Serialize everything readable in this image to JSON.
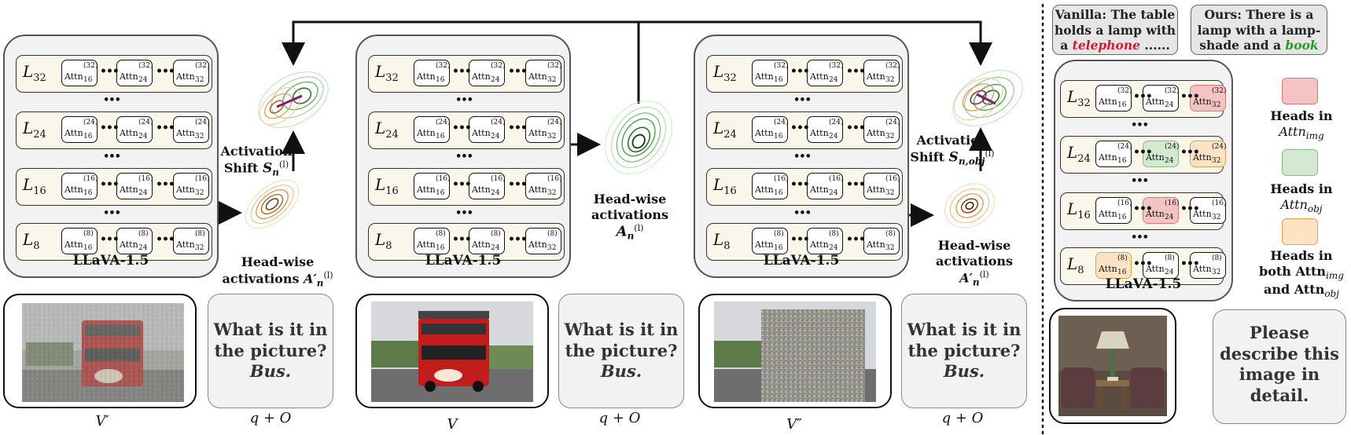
{
  "panels": [
    {
      "title": "LLaVA-1.5"
    },
    {
      "title": "LLaVA-1.5"
    },
    {
      "title": "LLaVA-1.5"
    },
    {
      "title": "LLaVA-1.5"
    }
  ],
  "layers": [
    {
      "label": "L",
      "sub": "32",
      "head_sup": "(32)"
    },
    {
      "label": "L",
      "sub": "24",
      "head_sup": "(24)"
    },
    {
      "label": "L",
      "sub": "16",
      "head_sup": "(16)"
    },
    {
      "label": "L",
      "sub": "8",
      "head_sup": "(8)"
    }
  ],
  "heads": [
    {
      "word": "Attn",
      "sub": "16"
    },
    {
      "word": "Attn",
      "sub": "24"
    },
    {
      "word": "Attn",
      "sub": "32"
    }
  ],
  "ellipsis": "•••",
  "labels": {
    "shift1_a": "Activation",
    "shift1_b": "Shift",
    "shift1_math": "S",
    "shift1_sub": "n",
    "shift1_sup": "(l)",
    "shift2_a": "Activation",
    "shift2_b": "Shift",
    "shift2_math": "S",
    "shift2_sub": "n,obj",
    "shift2_sup": "(l)",
    "headwise_a": "Head-wise",
    "headwise_b": "activations",
    "headwise_math_prime": "A′",
    "headwise_math": "A",
    "headwise_sub": "n",
    "headwise_sup": "(l)"
  },
  "questions": [
    {
      "line1": "What is it in",
      "line2": "the picture?",
      "answer": "Bus."
    },
    {
      "line1": "What is it in",
      "line2": "the picture?",
      "answer": "Bus."
    },
    {
      "line1": "What is it in",
      "line2": "the picture?",
      "answer": "Bus."
    }
  ],
  "captions": {
    "v_prime": "V′",
    "v": "V",
    "v_dprime": "V″",
    "qo": "q + O"
  },
  "right": {
    "vanilla": {
      "text1": "Vanilla: The table",
      "text2": "holds a lamp with",
      "text3_pre": "a ",
      "highlight": "telephone",
      "text3_post": " ......",
      "highlight_color": "#d11a2a"
    },
    "ours": {
      "text1": "Ours: There is a",
      "text2": "lamp with a lamp-",
      "text3_pre": "shade and a ",
      "highlight": "book",
      "highlight_color": "#2a9a2a"
    },
    "legend": [
      {
        "line1": "Heads in",
        "line2": "Attn",
        "sub": "img",
        "color": "#f4c4c4",
        "border": "#d77"
      },
      {
        "line1": "Heads in",
        "line2": "Attn",
        "sub": "obj",
        "color": "#d3ead1",
        "border": "#8b8"
      },
      {
        "line1": "Heads in",
        "line2": "both Attn",
        "sub": "img",
        "line3": "and Attn",
        "sub3": "obj",
        "color": "#fce3c4",
        "border": "#e0a050"
      }
    ],
    "prompt": {
      "line1": "Please",
      "line2": "describe this",
      "line3": "image in",
      "line4": "detail."
    }
  },
  "colors": {
    "img_head": "#f4c4c4",
    "obj_head": "#d3ead1",
    "both_head": "#fce3c4"
  }
}
